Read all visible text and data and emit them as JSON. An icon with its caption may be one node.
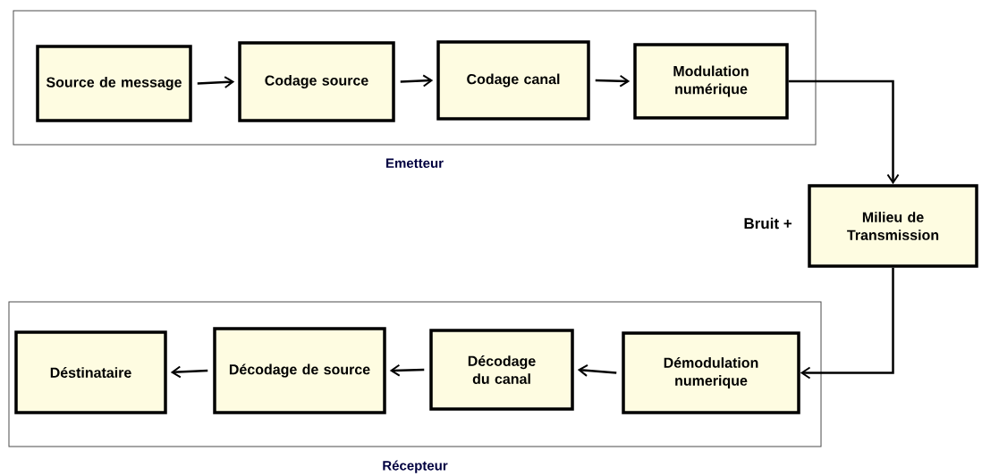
{
  "diagram": {
    "nodes": [
      {
        "text": [
          "Emetteur"
        ]
      },
      {
        "text": [
          "Source de message"
        ],
        "in": 0
      },
      {
        "text": [
          "Codage source"
        ],
        "in": 0
      },
      {
        "text": [
          "Codage canal"
        ],
        "in": 0
      },
      {
        "text": [
          "Modulation numérique"
        ],
        "in": 0
      },
      {
        "text": [
          "Milieu de Transmission"
        ],
        "beside": [
          "Bruit +"
        ]
      },
      {
        "text": [
          "Récepteur"
        ]
      },
      {
        "text": [
          "Déstinataire"
        ],
        "in": 6
      },
      {
        "text": [
          "Décodage de source"
        ],
        "in": 6
      },
      {
        "text": [
          "Décodage du canal"
        ],
        "in": 6
      },
      {
        "text": [
          "Démodulation numerique"
        ],
        "in": 6
      }
    ],
    "edges": [
      {
        "from": 1,
        "to": 2,
        "arrow": "to"
      },
      {
        "from": 2,
        "to": 3,
        "arrow": "to"
      },
      {
        "from": 3,
        "to": 4,
        "arrow": "to"
      },
      {
        "from": 4,
        "to": 5,
        "arrow": "to"
      },
      {
        "from": 5,
        "to": 10,
        "arrow": "to"
      },
      {
        "from": 10,
        "to": 9,
        "arrow": "to"
      },
      {
        "from": 9,
        "to": 8,
        "arrow": "to"
      },
      {
        "from": 8,
        "to": 7,
        "arrow": "to"
      }
    ]
  }
}
